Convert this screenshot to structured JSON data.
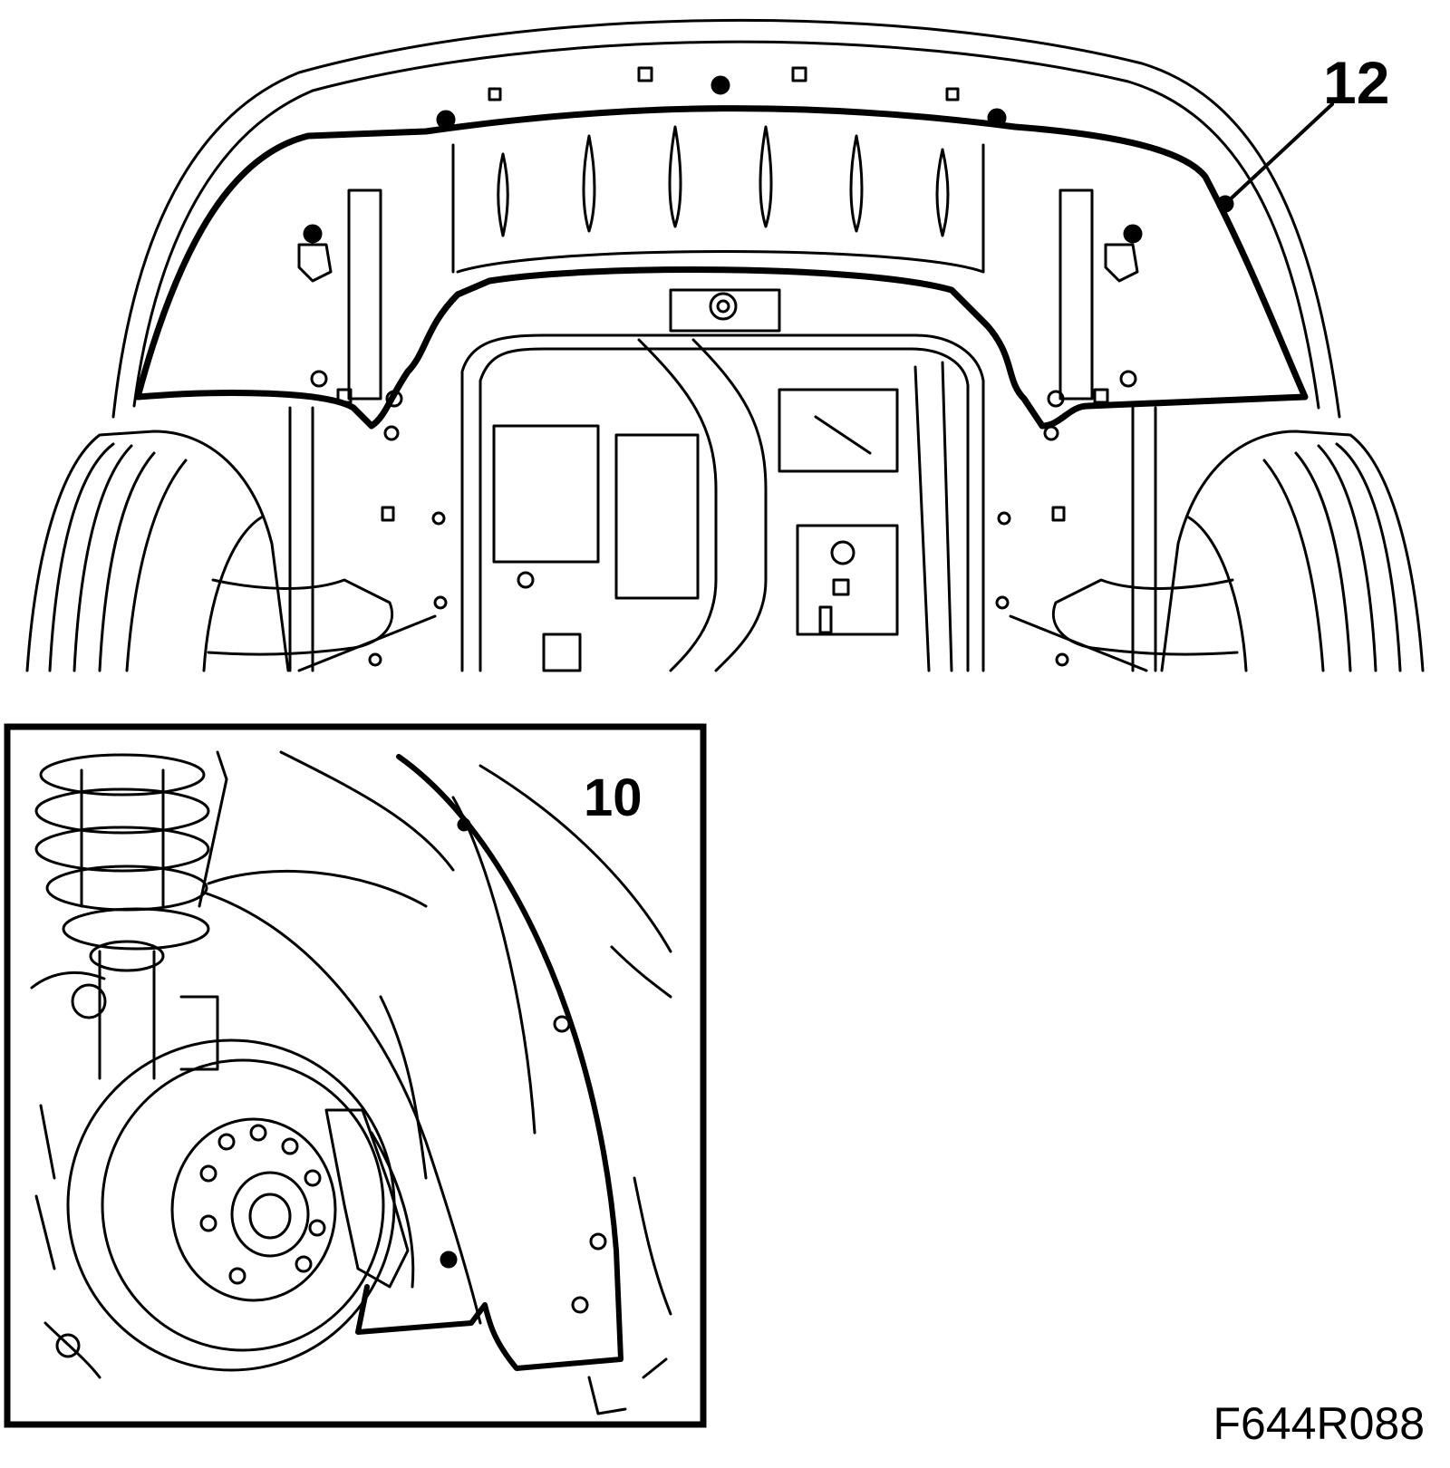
{
  "callouts": {
    "top": "12",
    "inset": "10"
  },
  "figure_id": "F644R088",
  "colors": {
    "ink": "#000000",
    "paper": "#ffffff"
  }
}
